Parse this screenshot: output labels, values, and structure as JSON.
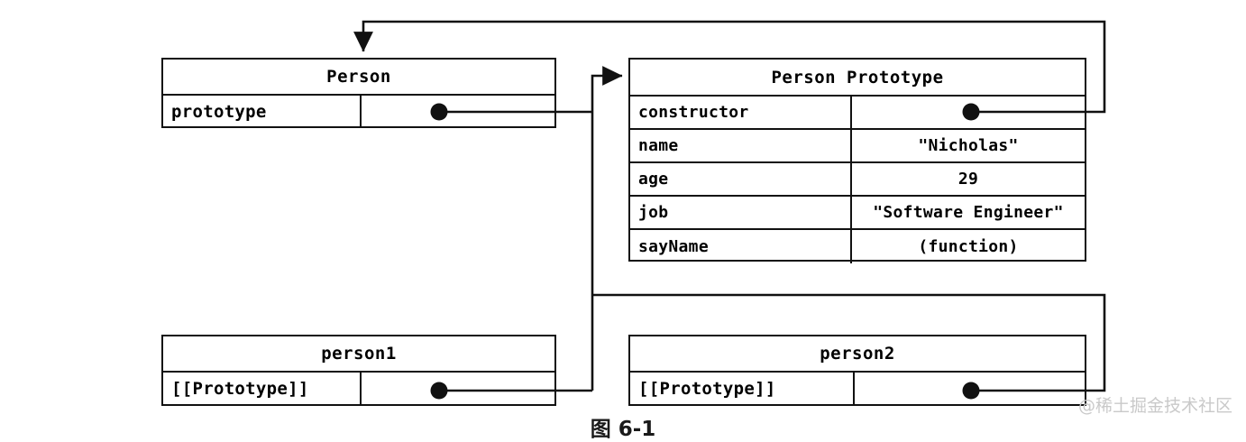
{
  "diagram": {
    "caption": "图 6-1",
    "watermark": "@稀土掘金技术社区",
    "line_color": "#111111",
    "background": "#ffffff"
  },
  "boxes": {
    "person": {
      "title": "Person",
      "rows": [
        {
          "key": "prototype",
          "value": "",
          "pointer": true
        }
      ]
    },
    "person_prototype": {
      "title": "Person Prototype",
      "rows": [
        {
          "key": "constructor",
          "value": "",
          "pointer": true
        },
        {
          "key": "name",
          "value": "\"Nicholas\"",
          "pointer": false
        },
        {
          "key": "age",
          "value": "29",
          "pointer": false
        },
        {
          "key": "job",
          "value": "\"Software Engineer\"",
          "pointer": false
        },
        {
          "key": "sayName",
          "value": "(function)",
          "pointer": false
        }
      ]
    },
    "person1": {
      "title": "person1",
      "rows": [
        {
          "key": "[[Prototype]]",
          "value": "",
          "pointer": true
        }
      ]
    },
    "person2": {
      "title": "person2",
      "rows": [
        {
          "key": "[[Prototype]]",
          "value": "",
          "pointer": true
        }
      ]
    }
  },
  "connections": [
    {
      "name": "person-prototype-to-proto",
      "from": "person.prototype",
      "to": "person_prototype",
      "arrow": "right"
    },
    {
      "name": "constructor-to-person",
      "from": "person_prototype.constructor",
      "to": "person",
      "arrow": "down"
    },
    {
      "name": "person1-proto-to-proto",
      "from": "person1.[[Prototype]]",
      "to": "person_prototype",
      "arrow": "right"
    },
    {
      "name": "person2-proto-to-proto",
      "from": "person2.[[Prototype]]",
      "to": "person_prototype",
      "arrow": "right"
    }
  ]
}
